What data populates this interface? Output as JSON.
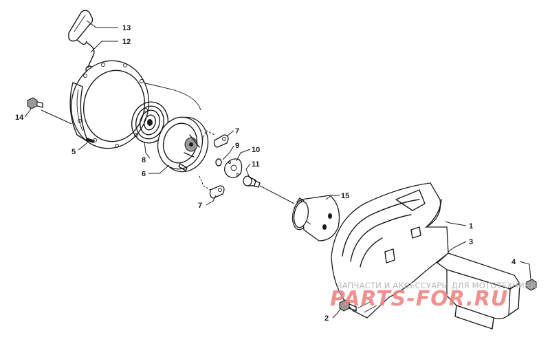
{
  "callouts": [
    "1",
    "2",
    "3",
    "4",
    "5",
    "6",
    "7",
    "7",
    "8",
    "9",
    "10",
    "11",
    "12",
    "13",
    "14",
    "15"
  ],
  "watermark": {
    "caption": "ЗАПЧАСТИ И АКСЕССУАРЫ ДЛЯ МОТОТЕХНИКИ",
    "logo": "PARTS-FOR.RU"
  }
}
